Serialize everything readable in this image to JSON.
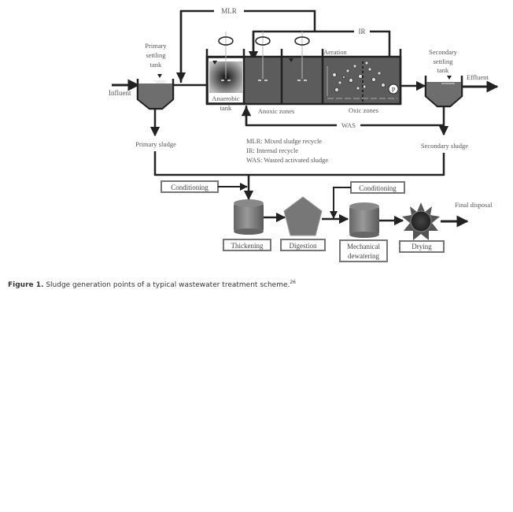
{
  "diagram": {
    "flow_labels": {
      "mlr": "MLR",
      "ir": "IR",
      "was": "WAS",
      "influent": "Influent",
      "effluent": "Effluent",
      "final_disposal": "Final disposal",
      "aeration": "Aeration",
      "primary_sludge": "Primary sludge",
      "secondary_sludge": "Secondary sludge"
    },
    "tanks": {
      "primary_settling": [
        "Primary",
        "settling",
        "tank"
      ],
      "secondary_settling": [
        "Secondary",
        "settling",
        "tank"
      ],
      "anaerobic": [
        "Anaerobic",
        "tank"
      ],
      "anoxic": "Anoxic zones",
      "oxic": "Oxic zones",
      "pump": "P"
    },
    "legend": [
      "MLR: Mixed sludge recycle",
      "IR: Internal recycle",
      "WAS: Wasted activated sludge"
    ],
    "treatment_steps": {
      "conditioning_1": "Conditioning",
      "conditioning_2": "Conditioning",
      "thickening": "Thickening",
      "digestion": "Digestion",
      "mechanical_dewatering": [
        "Mechanical",
        "dewatering"
      ],
      "drying": "Drying"
    }
  },
  "caption": {
    "label": "Figure 1.",
    "text": " Sludge generation points of a typical wastewater treatment scheme.",
    "ref": "26"
  }
}
